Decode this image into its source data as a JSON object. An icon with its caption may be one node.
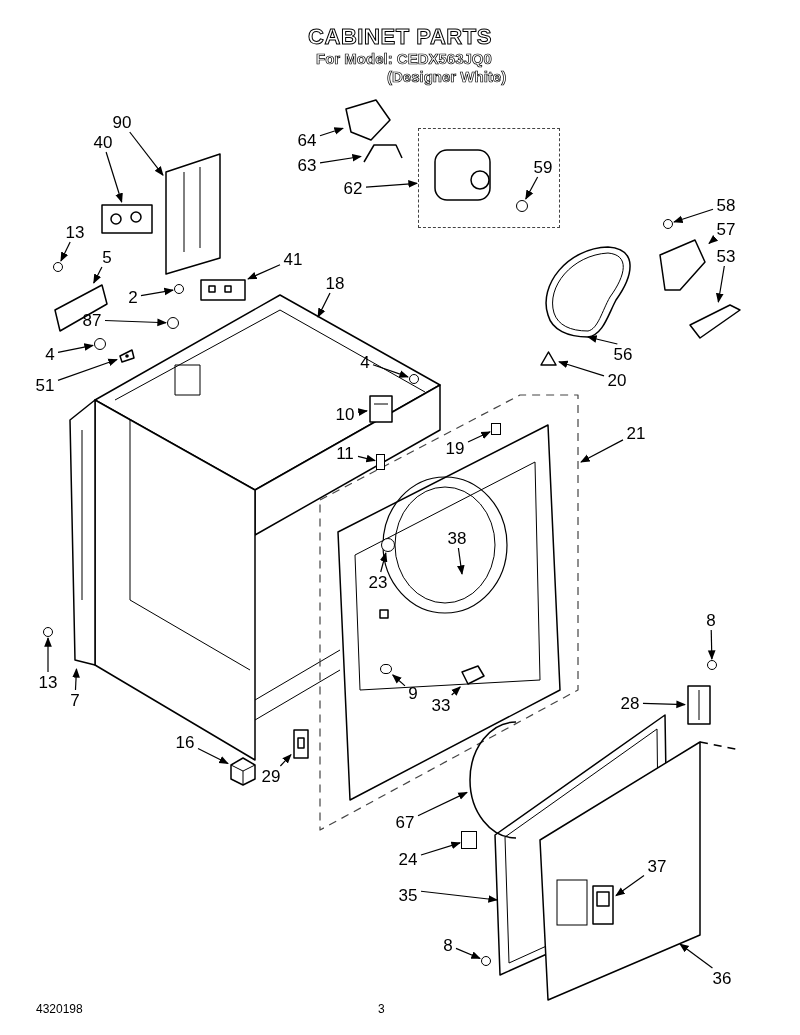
{
  "diagram": {
    "title": "CABINET PARTS",
    "nodes": [
      {
        "text": [
          "90"
        ]
      },
      {
        "text": [
          "40"
        ]
      },
      {
        "text": [
          "13"
        ]
      },
      {
        "text": [
          "5"
        ]
      },
      {
        "text": [
          "41"
        ]
      },
      {
        "text": [
          "2"
        ]
      },
      {
        "text": [
          "87"
        ]
      },
      {
        "text": [
          "4"
        ]
      },
      {
        "text": [
          "51"
        ]
      },
      {
        "text": [
          "18"
        ]
      },
      {
        "text": [
          "4"
        ]
      },
      {
        "text": [
          "10"
        ]
      },
      {
        "text": [
          "11"
        ]
      },
      {
        "text": [
          "64"
        ]
      },
      {
        "text": [
          "63"
        ]
      },
      {
        "text": [
          "62"
        ]
      },
      {
        "text": [
          "59"
        ],
        "in": 60
      },
      {
        "text": [
          "58"
        ]
      },
      {
        "text": [
          "57"
        ]
      },
      {
        "text": [
          "53"
        ]
      },
      {
        "text": [
          "56"
        ]
      },
      {
        "text": [
          "20"
        ]
      },
      {
        "text": [
          "19"
        ]
      },
      {
        "text": [
          "21"
        ]
      },
      {
        "text": [
          "38"
        ]
      },
      {
        "text": [
          "23"
        ]
      },
      {
        "text": [
          "13"
        ]
      },
      {
        "text": [
          "7"
        ]
      },
      {
        "text": [
          "9"
        ]
      },
      {
        "text": [
          "33"
        ]
      },
      {
        "text": [
          "8"
        ]
      },
      {
        "text": [
          "28"
        ]
      },
      {
        "text": [
          "16"
        ]
      },
      {
        "text": [
          "29"
        ]
      },
      {
        "text": [
          "67"
        ]
      },
      {
        "text": [
          "24"
        ]
      },
      {
        "text": [
          "37"
        ]
      },
      {
        "text": [
          "35"
        ]
      },
      {
        "text": [
          "8"
        ]
      },
      {
        "text": [
          "36"
        ]
      },
      {
        "text": [],
        "shape": "picture"
      },
      {
        "text": [],
        "shape": "circle"
      },
      {
        "text": [],
        "shape": "circle"
      },
      {
        "text": [],
        "shape": "picture"
      },
      {
        "text": [],
        "shape": "box"
      },
      {
        "text": [],
        "shape": "picture"
      },
      {
        "text": [],
        "shape": "picture"
      },
      {
        "text": [],
        "shape": "circle"
      },
      {
        "text": [],
        "shape": "picture"
      },
      {
        "text": [],
        "shape": "circle"
      },
      {
        "text": [],
        "shape": "picture"
      },
      {
        "text": [],
        "shape": "picture"
      },
      {
        "text": [],
        "shape": "picture"
      },
      {
        "text": [],
        "shape": "picture"
      },
      {
        "text": [],
        "shape": "circle"
      },
      {
        "text": [],
        "shape": "picture"
      },
      {
        "text": [],
        "shape": "circle"
      },
      {
        "text": [],
        "shape": "picture"
      },
      {
        "text": [],
        "shape": "circle"
      },
      {
        "text": [],
        "shape": "picture"
      },
      {
        "text": [],
        "shape": "box"
      },
      {
        "text": [],
        "shape": "circle",
        "in": 60
      },
      {
        "text": [],
        "shape": "circle"
      },
      {
        "text": [],
        "shape": "picture"
      },
      {
        "text": [],
        "shape": "picture"
      },
      {
        "text": [],
        "shape": "picture"
      },
      {
        "text": [],
        "shape": "box"
      },
      {
        "text": [],
        "shape": "circle"
      },
      {
        "text": [],
        "shape": "picture"
      },
      {
        "text": [],
        "shape": "circle"
      },
      {
        "text": [],
        "shape": "picture"
      },
      {
        "text": [],
        "shape": "picture"
      },
      {
        "text": [],
        "shape": "box"
      },
      {
        "text": [],
        "shape": "picture"
      },
      {
        "text": [],
        "shape": "circle"
      },
      {
        "text": [],
        "shape": "picture"
      },
      {
        "text": [],
        "shape": "picture"
      }
    ],
    "edges": [
      {
        "from": 0,
        "to": 52,
        "arrow": "to"
      },
      {
        "from": 1,
        "to": 53,
        "arrow": "to"
      },
      {
        "from": 2,
        "to": 54,
        "arrow": "to"
      },
      {
        "from": 3,
        "to": 40,
        "arrow": "to"
      },
      {
        "from": 4,
        "to": 55,
        "arrow": "to"
      },
      {
        "from": 5,
        "to": 56,
        "arrow": "to"
      },
      {
        "from": 6,
        "to": 41,
        "arrow": "to"
      },
      {
        "from": 7,
        "to": 42,
        "arrow": "to"
      },
      {
        "from": 8,
        "to": 57,
        "arrow": "to"
      },
      {
        "from": 9,
        "to": null,
        "arrow": "to"
      },
      {
        "from": 10,
        "to": 58,
        "arrow": "to"
      },
      {
        "from": 11,
        "to": 43,
        "arrow": "to"
      },
      {
        "from": 12,
        "to": 44,
        "arrow": "to"
      },
      {
        "from": 13,
        "to": 59,
        "arrow": "to"
      },
      {
        "from": 14,
        "to": 45,
        "arrow": "to"
      },
      {
        "from": 15,
        "to": 60,
        "arrow": "to"
      },
      {
        "from": 16,
        "to": 61,
        "arrow": "to"
      },
      {
        "from": 17,
        "to": 62,
        "arrow": "to"
      },
      {
        "from": 18,
        "to": 46,
        "arrow": "to"
      },
      {
        "from": 19,
        "to": 63,
        "arrow": "to"
      },
      {
        "from": 20,
        "to": 64,
        "arrow": "to"
      },
      {
        "from": 21,
        "to": 65,
        "arrow": "to"
      },
      {
        "from": 22,
        "to": 66,
        "arrow": "to"
      },
      {
        "from": 23,
        "to": null,
        "arrow": "to"
      },
      {
        "from": 24,
        "to": null,
        "arrow": "to"
      },
      {
        "from": 25,
        "to": 47,
        "arrow": "to"
      },
      {
        "from": 26,
        "to": 67,
        "arrow": "to"
      },
      {
        "from": 27,
        "to": 48,
        "arrow": "to"
      },
      {
        "from": 28,
        "to": 49,
        "arrow": "to"
      },
      {
        "from": 29,
        "to": 68,
        "arrow": "to"
      },
      {
        "from": 30,
        "to": 69,
        "arrow": "to"
      },
      {
        "from": 31,
        "to": 70,
        "arrow": "to"
      },
      {
        "from": 32,
        "to": 50,
        "arrow": "to"
      },
      {
        "from": 33,
        "to": 51,
        "arrow": "to"
      },
      {
        "from": 34,
        "to": 71,
        "arrow": "to"
      },
      {
        "from": 35,
        "to": 72,
        "arrow": "to"
      },
      {
        "from": 36,
        "to": 73,
        "arrow": "to"
      },
      {
        "from": 37,
        "to": 75,
        "arrow": "to"
      },
      {
        "from": 38,
        "to": 74,
        "arrow": "to"
      },
      {
        "from": 39,
        "to": 76,
        "arrow": "to"
      }
    ],
    "labels": [
      "For Model: CEDX563JQ0",
      "(Designer White)",
      "4320198",
      "3"
    ]
  }
}
